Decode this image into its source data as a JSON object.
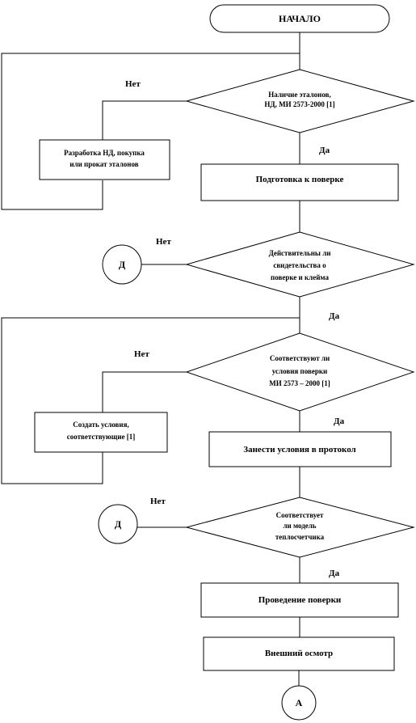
{
  "diagram": {
    "start": "НАЧАЛО",
    "decision1": {
      "lines": [
        "Наличие эталонов,",
        "НД, МИ 2573-2000  [1]"
      ]
    },
    "process_nd": {
      "lines": [
        "Разработка НД, покупка",
        "или прокат эталонов"
      ]
    },
    "prep": "Подготовка к поверке",
    "decision2": {
      "lines": [
        "Действительны  ли",
        "свидетельства  о",
        "поверке и клейма"
      ]
    },
    "connector_d1": "Д",
    "decision3": {
      "lines": [
        "Соответствуют  ли",
        "условия поверки",
        "МИ 2573   – 2000  [1]"
      ]
    },
    "process_cond": {
      "lines": [
        "Создать  условия,",
        "соответствующие [1]"
      ]
    },
    "record": "Занести условия в протокол",
    "connector_d2": "Д",
    "decision4": {
      "lines": [
        "Соответствует",
        "ли модель",
        "теплосчетчика"
      ]
    },
    "verify": "Проведение поверки",
    "inspect": "Внешний осмотр",
    "connector_a": "А",
    "labels": {
      "no1": "Нет",
      "yes1": "Да",
      "no2": "Нет",
      "yes2": "Да",
      "no3": "Нет",
      "yes3": "Да",
      "no4": "Нет",
      "yes4": "Да"
    }
  }
}
